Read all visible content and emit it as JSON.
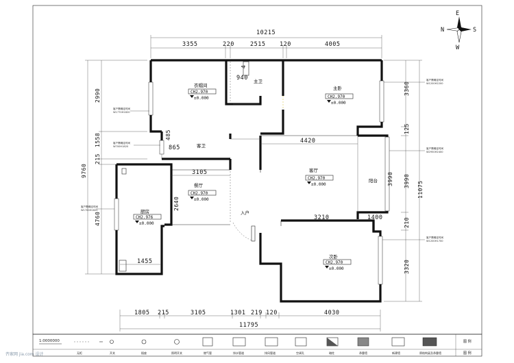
{
  "compass": {
    "n": "N",
    "e": "E",
    "s": "S",
    "w": "W"
  },
  "dims": {
    "top_total": "10215",
    "top_segments": [
      "3355",
      "220",
      "2515",
      "120",
      "4005"
    ],
    "bottom_segments": [
      "1805",
      "215",
      "3105",
      "1301",
      "219",
      "120",
      "4030"
    ],
    "bottom_total": "11795",
    "left_total": "9760",
    "left_segments": [
      "2990",
      "1558",
      "215",
      "4760"
    ],
    "right_total": "11075",
    "right_segments": [
      "3360",
      "125",
      "3990",
      "210",
      "3320"
    ],
    "interior": {
      "zhuwei_a": "940",
      "zhuwei_b": "4",
      "kewei_a": "865",
      "kewei_b": "485",
      "living_w": "4420",
      "dining_w": "3105",
      "dining_h": "2640",
      "living_low": "3210",
      "balcony_w": "1400",
      "kitchen_w": "1455",
      "balcony_h": "3990"
    }
  },
  "rooms": {
    "cloakroom": "衣帽间",
    "master_bath": "主卫",
    "master_bed": "主卧",
    "guest_bath": "客卫",
    "living": "客厅",
    "balcony": "阳台",
    "dining": "餐厅",
    "kitchen": "厨房",
    "entry": "入户",
    "second_bed": "次卧"
  },
  "levels": {
    "ch": [
      "CH2.970",
      "CH2.970",
      "CH2.970",
      "CH2.970",
      "CH2.976",
      "CH2.970"
    ],
    "zero": "±0.000"
  },
  "notes": {
    "cloak_win": [
      "客户需确定时间",
      "W1770H1820"
    ],
    "guest_win": [
      "客户需确定时间",
      "W700H1820"
    ],
    "kitchen_win": [
      "客户需确定时间",
      "W1700H1820"
    ],
    "master_win": [
      "客户需确定时间",
      "W1200H2200"
    ],
    "balcony_win": [
      "客户需确定时间",
      "W2950H2400"
    ],
    "second_win": [
      "客户需确定时间",
      "W1200H1700"
    ]
  },
  "legend": {
    "scale": "1:0000000",
    "items": [
      "无柜",
      "",
      "开关",
      "插座",
      "照明开关",
      "燃气管",
      "排水管道",
      "排风管道",
      "空调孔",
      "暗柱",
      "承重墙",
      "新建墙",
      "原结构梁及承重墙",
      "图例"
    ],
    "side_labels": [
      "图 例",
      "图 例"
    ],
    "watermark": "齐家网 jia.com 设计"
  }
}
